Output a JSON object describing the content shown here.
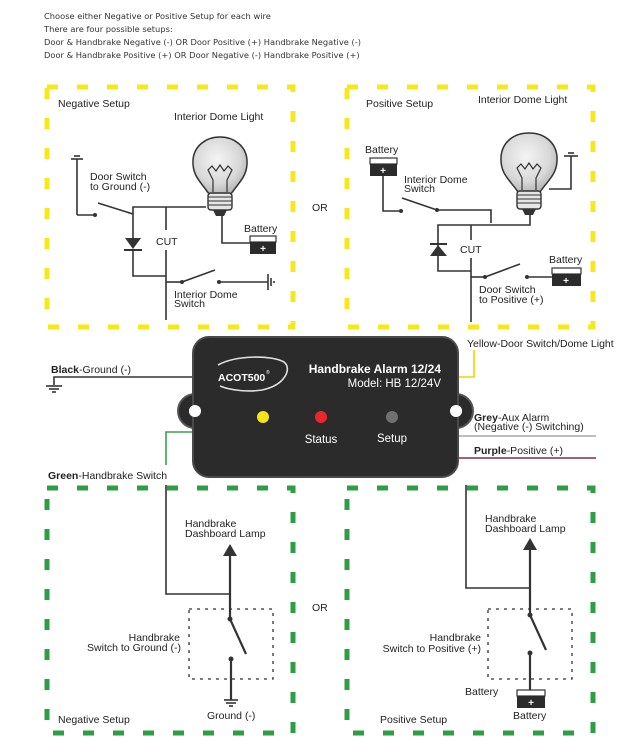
{
  "intro": {
    "lines": [
      "Choose either Negative or Positive Setup for each wire",
      "There are four possible setups:",
      "Door & Handbrake Negative (-) OR Door Positive (+) Handbrake Negative (-)",
      "Door & Handbrake Positive (+) OR Door Negative (-) Handbrake Positive (+)"
    ]
  },
  "colors": {
    "door_box": "#f7e81a",
    "handbrake_box": "#2e9e45",
    "device_body": "#2b2b2b",
    "led_yellow": "#f5e41a",
    "led_red": "#e8262b",
    "led_grey": "#707070",
    "wire_yellow": "#f2d400",
    "wire_green": "#3da04c",
    "wire_grey": "#a8a8a8",
    "wire_purple": "#8a2a45",
    "wire_black": "#333333"
  },
  "door_negative": {
    "title": "Negative Setup",
    "lamp_label": "Interior Dome Light",
    "door_switch_label": [
      "Door Switch",
      "to Ground (-)"
    ],
    "cut_label": "CUT",
    "battery_label": "Battery",
    "battery_sign": "+",
    "dome_switch_label": [
      "Interior Dome",
      "Switch"
    ]
  },
  "door_or": "OR",
  "door_positive": {
    "title": "Positive Setup",
    "lamp_label": "Interior Dome Light",
    "battery_label_top": "Battery",
    "battery_sign": "+",
    "dome_switch_label": [
      "Interior Dome",
      "Switch"
    ],
    "cut_label": "CUT",
    "battery_label_right": "Battery",
    "door_switch_label": [
      "Door Switch",
      "to Positive (+)"
    ]
  },
  "device": {
    "logo": "ACOT500",
    "logo_mark": "®",
    "title": "Handbrake Alarm 12/24",
    "model": "Model: HB 12/24V",
    "led_labels": {
      "status": "Status",
      "setup": "Setup"
    }
  },
  "wires": {
    "black": {
      "bold": "Black",
      "rest": "-Ground (-)"
    },
    "green": {
      "bold": "Green",
      "rest": "-Handbrake Switch"
    },
    "yellow": {
      "label": "Yellow-Door Switch/Dome Light"
    },
    "grey": {
      "bold": "Grey",
      "rest": "-Aux Alarm",
      "line2": "(Negative (-) Switching)"
    },
    "purple": {
      "bold": "Purple",
      "rest": "-Positive (+)"
    }
  },
  "handbrake_negative": {
    "lamp_label": [
      "Handbrake",
      "Dashboard Lamp"
    ],
    "switch_label": [
      "Handbrake",
      "Switch to Ground (-)"
    ],
    "ground_label": "Ground (-)",
    "title": "Negative Setup"
  },
  "handbrake_or": "OR",
  "handbrake_positive": {
    "lamp_label": [
      "Handbrake",
      "Dashboard Lamp"
    ],
    "switch_label": [
      "Handbrake",
      "Switch to Positive (+)"
    ],
    "battery_label_left": "Battery",
    "battery_sign": "+",
    "battery_label_below": "Battery",
    "title": "Positive Setup"
  }
}
